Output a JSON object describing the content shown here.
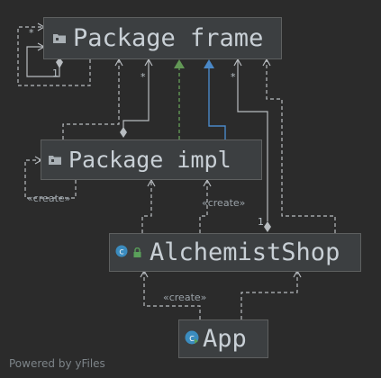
{
  "nodes": {
    "package_frame": {
      "label": "Package frame",
      "kind": "package"
    },
    "package_impl": {
      "label": "Package impl",
      "kind": "package"
    },
    "alchemist_shop": {
      "label": "AlchemistShop",
      "kind": "class"
    },
    "app": {
      "label": "App",
      "kind": "class"
    }
  },
  "edge_labels": {
    "create_impl_self": "«create»",
    "create_impl_from_shop": "«create»",
    "create_shop_from_app": "«create»"
  },
  "multiplicities": {
    "frame_self_star": "*",
    "frame_self_one": "1",
    "frame_impl_star": "*",
    "frame_shop_star": "*",
    "shop_one": "1"
  },
  "colors": {
    "background": "#2b2b2b",
    "node_fill": "#3c3f41",
    "node_border": "#5e6060",
    "edge": "#b8bcc0",
    "realization": "#629755",
    "generalization": "#4a88c7",
    "class_icon": "#3b8cbf",
    "lock_icon": "#5aa05a"
  },
  "icons": {
    "package": "package-icon",
    "class": "class-icon",
    "access": "lock-icon"
  },
  "watermark": "Powered by yFiles"
}
